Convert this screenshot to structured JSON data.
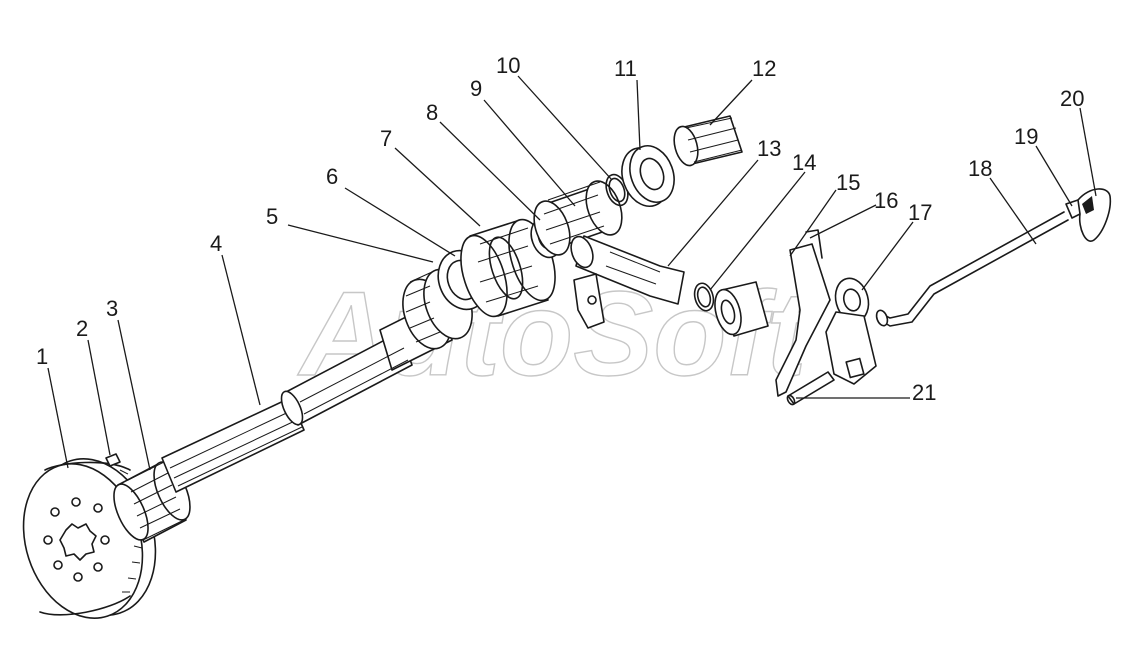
{
  "watermark": "AutoSoft",
  "callouts": [
    {
      "id": "1",
      "label": "1"
    },
    {
      "id": "2",
      "label": "2"
    },
    {
      "id": "3",
      "label": "3"
    },
    {
      "id": "4",
      "label": "4"
    },
    {
      "id": "5",
      "label": "5"
    },
    {
      "id": "6",
      "label": "6"
    },
    {
      "id": "7",
      "label": "7"
    },
    {
      "id": "8",
      "label": "8"
    },
    {
      "id": "9",
      "label": "9"
    },
    {
      "id": "10",
      "label": "10"
    },
    {
      "id": "11",
      "label": "11"
    },
    {
      "id": "12",
      "label": "12"
    },
    {
      "id": "13",
      "label": "13"
    },
    {
      "id": "14",
      "label": "14"
    },
    {
      "id": "15",
      "label": "15"
    },
    {
      "id": "16",
      "label": "16"
    },
    {
      "id": "17",
      "label": "17"
    },
    {
      "id": "18",
      "label": "18"
    },
    {
      "id": "19",
      "label": "19"
    },
    {
      "id": "20",
      "label": "20"
    },
    {
      "id": "21",
      "label": "21"
    }
  ]
}
